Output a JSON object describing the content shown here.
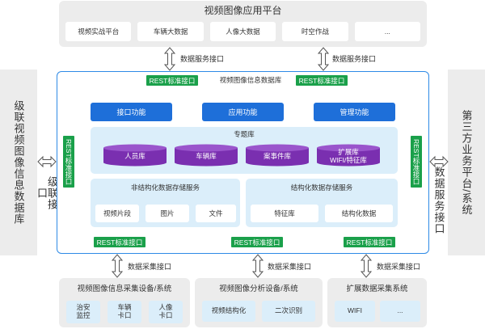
{
  "top": {
    "title": "视频图像应用平台",
    "items": [
      "视频实战平台",
      "车辆大数据",
      "人像大数据",
      "时空作战",
      "..."
    ]
  },
  "left": {
    "panel_label": "级联视频图像信息数据库",
    "interface_label": "级联接口"
  },
  "right": {
    "panel_label": "第三方业务平台/系统",
    "interface_label": "数据服务接口"
  },
  "arrows": {
    "top_left_label": "数据服务接口",
    "top_right_label": "数据服务接口",
    "bottom_left_label": "数据采集接口",
    "bottom_mid_label": "数据采集接口",
    "bottom_right_label": "数据采集接口"
  },
  "main": {
    "title": "视频图像信息数据库",
    "rest_label": "REST标准接口",
    "functions": [
      "接口功能",
      "应用功能",
      "管理功能"
    ],
    "theme": {
      "title": "专题库",
      "items": [
        "人员库",
        "车辆库",
        "案事件库",
        "扩展库\nWIFI/特征库"
      ]
    },
    "unstructured": {
      "title": "非结构化数据存储服务",
      "items": [
        "视频片段",
        "图片",
        "文件"
      ]
    },
    "structured": {
      "title": "结构化数据存储服务",
      "items": [
        "特征库",
        "结构化数据"
      ]
    }
  },
  "bottom": {
    "collect": {
      "title": "视频图像信息采集设备/系统",
      "items": [
        "治安\n监控",
        "车辆\n卡口",
        "人像\n卡口"
      ]
    },
    "analysis": {
      "title": "视频图像分析设备/系统",
      "items": [
        "视频结构化",
        "二次识别"
      ]
    },
    "extended": {
      "title": "扩展数据采集系统",
      "items": [
        "WIFI",
        "..."
      ]
    }
  },
  "colors": {
    "frame_blue": "#2e8ae6",
    "rest_green": "#1aa04a",
    "button_blue": "#1e6fd9",
    "cylinder_purple": "#7a2fb0",
    "light_blue": "#dbeefa",
    "panel_grey": "#ececec"
  }
}
